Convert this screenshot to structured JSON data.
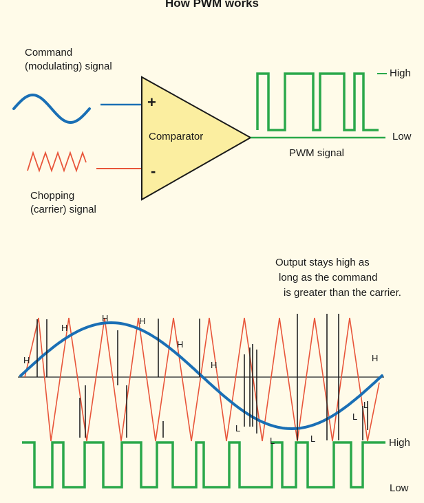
{
  "title": "How PWM works",
  "command_label": [
    "Command",
    "(modulating) signal"
  ],
  "carrier_label": [
    "Chopping",
    "(carrier) signal"
  ],
  "comparator_label": "Comparator",
  "plus_label": "+",
  "minus_label": "-",
  "pwm_label": "PWM signal",
  "top_high": "High",
  "top_low": "Low",
  "note": [
    "Output stays high as",
    "long as the command",
    "is greater than the carrier."
  ],
  "bottom_high": "High",
  "bottom_low": "Low",
  "state_markers": [
    "H",
    "H",
    "H",
    "H",
    "H",
    "H",
    "H",
    "L",
    "L",
    "L",
    "L",
    "L"
  ],
  "colors": {
    "background": "#fffbe9",
    "command": "#1a6fb5",
    "carrier": "#e8553a",
    "pwm": "#2aa84a",
    "comparator_fill": "#fbeea0",
    "ink": "#1a1a1a"
  }
}
